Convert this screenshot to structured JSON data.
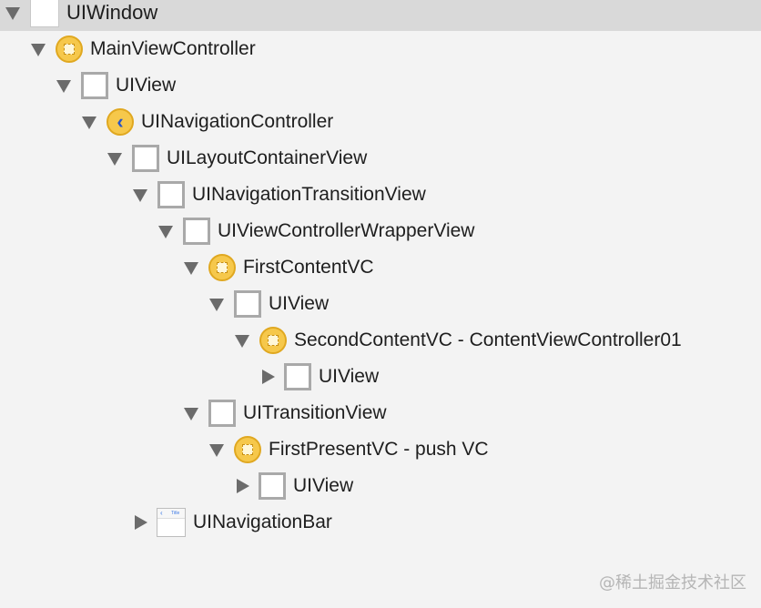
{
  "tree": {
    "nodes": [
      {
        "label": "UIWindow",
        "icon": "window-icon",
        "expanded": true
      },
      {
        "label": "MainViewController",
        "icon": "view-controller-icon",
        "expanded": true
      },
      {
        "label": "UIView",
        "icon": "view-icon",
        "expanded": true
      },
      {
        "label": "UINavigationController",
        "icon": "navigation-controller-icon",
        "expanded": true
      },
      {
        "label": "UILayoutContainerView",
        "icon": "view-icon",
        "expanded": true
      },
      {
        "label": "UINavigationTransitionView",
        "icon": "view-icon",
        "expanded": true
      },
      {
        "label": "UIViewControllerWrapperView",
        "icon": "view-icon",
        "expanded": true
      },
      {
        "label": "FirstContentVC",
        "icon": "view-controller-icon",
        "expanded": true
      },
      {
        "label": "UIView",
        "icon": "view-icon",
        "expanded": true
      },
      {
        "label": "SecondContentVC - ContentViewController01",
        "icon": "view-controller-icon",
        "expanded": true
      },
      {
        "label": "UIView",
        "icon": "view-icon",
        "expanded": false
      },
      {
        "label": "UITransitionView",
        "icon": "view-icon",
        "expanded": true
      },
      {
        "label": "FirstPresentVC - push VC",
        "icon": "view-controller-icon",
        "expanded": true
      },
      {
        "label": "UIView",
        "icon": "view-icon",
        "expanded": false
      },
      {
        "label": "UINavigationBar",
        "icon": "navigation-bar-icon",
        "expanded": false
      }
    ],
    "navbar_icon_title": "Title",
    "nav_chevron": "‹"
  },
  "watermark": "@稀土掘金技术社区"
}
